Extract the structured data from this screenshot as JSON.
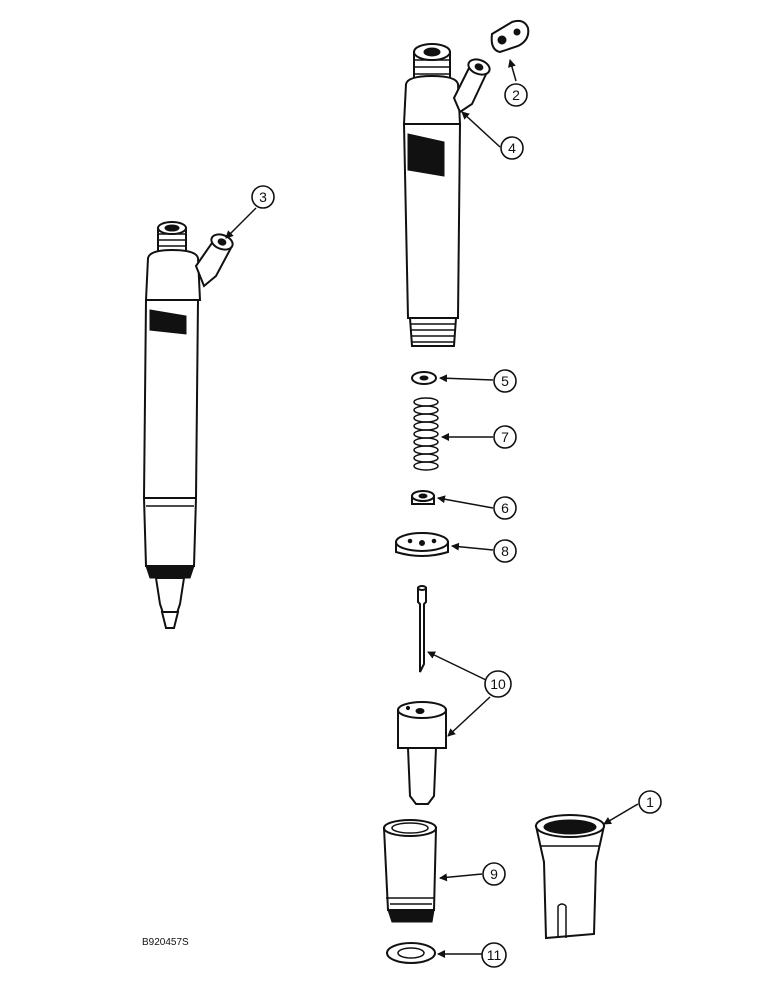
{
  "figure_id": "B920457S",
  "callouts": {
    "c1": "1",
    "c2": "2",
    "c3": "3",
    "c4": "4",
    "c5": "5",
    "c6": "6",
    "c7": "7",
    "c8": "8",
    "c9": "9",
    "c10": "10",
    "c11": "11"
  }
}
